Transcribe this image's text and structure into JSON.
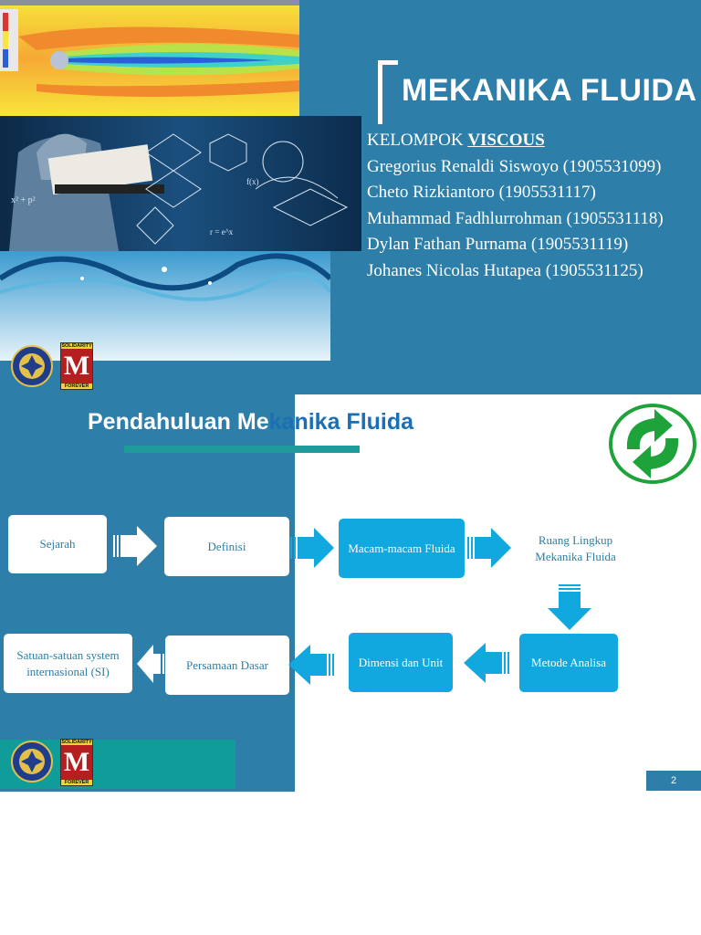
{
  "slide1": {
    "title": "MEKANIKA FLUIDA",
    "group_prefix": "KELOMPOK ",
    "group_name": "VISCOUS",
    "members": [
      "Gregorius Renaldi Siswoyo (1905531099)",
      "Cheto Rizkiantoro (1905531117)",
      "Muhammad Fadhlurrohman (1905531118)",
      "Dylan Fathan Purnama (1905531119)",
      "Johanes Nicolas Hutapea (1905531125)"
    ],
    "logo_top_text": "SOLIDARITY",
    "logo_letter": "M",
    "logo_bottom_text": "FOREVER",
    "photo_formulas": [
      "x² + p²",
      "r = e^x",
      "f(x)"
    ]
  },
  "slide2": {
    "title_part1": "Pendahuluan Me",
    "title_part2": "kanika Fluida",
    "flow_boxes": [
      "Sejarah",
      "Definisi",
      "Macam-macam Fluida",
      "Ruang Lingkup Mekanika Fluida",
      "Metode Analisa",
      "Dimensi dan Unit",
      "Persamaan Dasar",
      "Satuan-satuan system internasional (SI)"
    ],
    "logo_top_text": "SOLIDARITY",
    "logo_letter": "M",
    "logo_bottom_text": "FOREVER",
    "page_number": "2"
  },
  "colors": {
    "slide_blue": "#2d7ea9",
    "teal": "#109c98",
    "cyan_box": "#11a8df",
    "title_blue": "#1b6fb5",
    "recycle_green": "#1ea23a"
  },
  "icons": [
    "university-seal-icon",
    "solidarity-m-logo-icon",
    "recycle-arrows-icon",
    "flow-arrow-icon"
  ]
}
